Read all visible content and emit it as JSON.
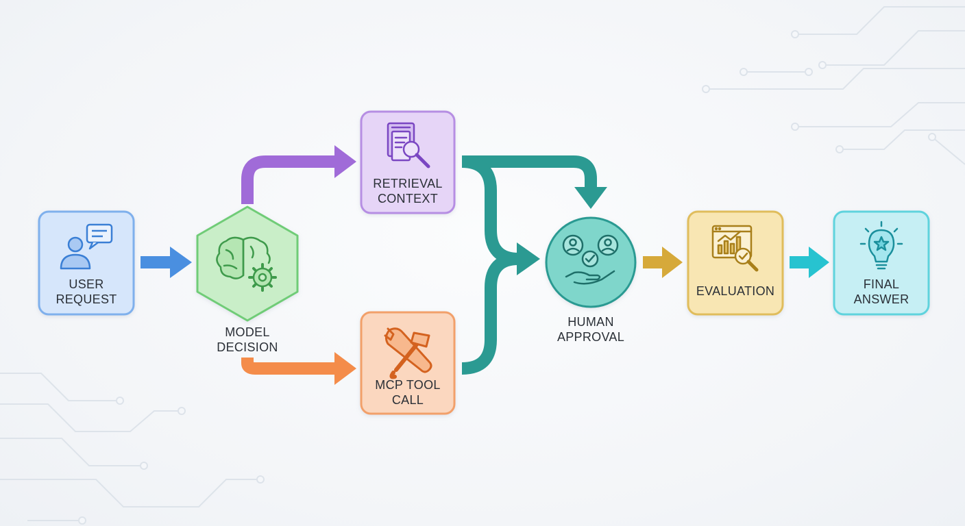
{
  "colors": {
    "user": "#4a8fe0",
    "model": "#5cc06a",
    "retrieval": "#a06bd8",
    "mcp": "#f48c4a",
    "human": "#2b9a92",
    "evaluation": "#d6a93a",
    "final": "#27c3d0"
  },
  "nodes": {
    "user_request": {
      "label_1": "USER",
      "label_2": "REQUEST",
      "icon": "user-chat-icon"
    },
    "model_decision": {
      "label_1": "MODEL",
      "label_2": "DECISION",
      "icon": "brain-gear-icon"
    },
    "retrieval_context": {
      "label_1": "RETRIEVAL",
      "label_2": "CONTEXT",
      "icon": "document-search-icon"
    },
    "mcp_tool_call": {
      "label_1": "MCP TOOL",
      "label_2": "CALL",
      "icon": "wrench-hammer-icon"
    },
    "human_approval": {
      "label_1": "HUMAN",
      "label_2": "APPROVAL",
      "icon": "people-approval-icon"
    },
    "evaluation": {
      "label_1": "EVALUATION",
      "icon": "chart-magnifier-icon"
    },
    "final_answer": {
      "label_1": "FINAL",
      "label_2": "ANSWER",
      "icon": "lightbulb-star-icon"
    }
  }
}
